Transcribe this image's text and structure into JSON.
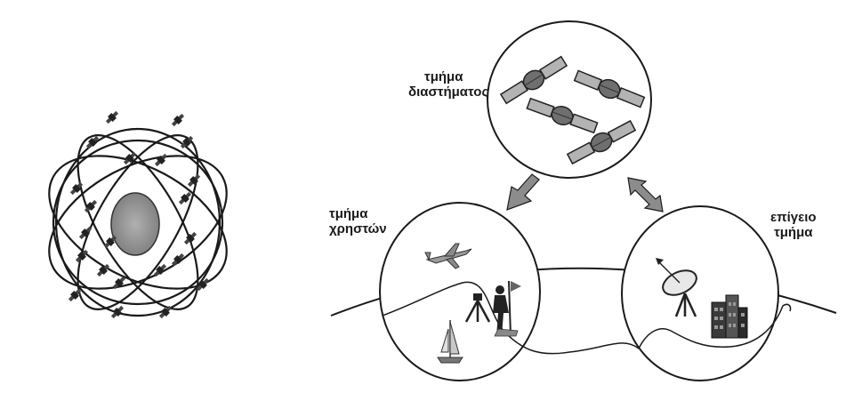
{
  "labels": {
    "space_segment": [
      "τμήμα",
      "διαστήματος"
    ],
    "user_segment": [
      "τμήμα",
      "χρηστών"
    ],
    "ground_segment": [
      "επίγειο",
      "τμήμα"
    ]
  },
  "colors": {
    "ink": "#1a1a1a",
    "earth_fill": "#9a9a9a",
    "panel_fill": "#b3b3b3",
    "body_fill": "#6f6f6f",
    "arrow_fill": "#8c8c8c",
    "background": "#ffffff"
  },
  "icons": {
    "constellation": "gps-orbit-constellation-icon",
    "satellite": "satellite-icon",
    "aircraft": "fighter-jet-icon",
    "survey": "surveyor-tripod-icon",
    "boat": "sailboat-icon",
    "dish": "satellite-dish-icon",
    "building": "control-building-icon"
  }
}
